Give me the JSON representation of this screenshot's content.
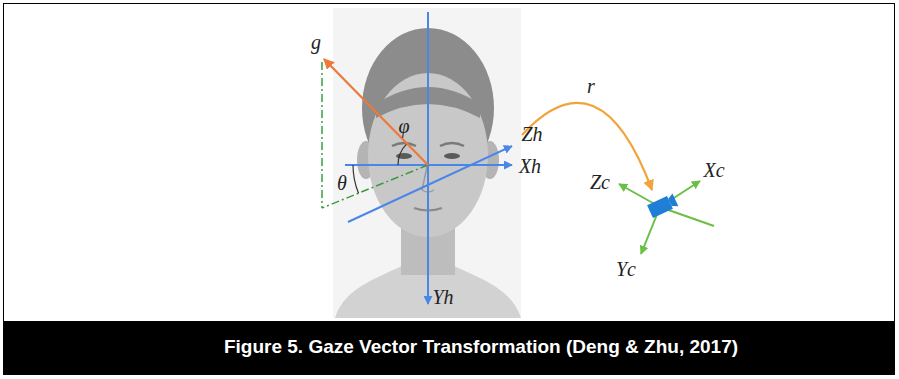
{
  "diagram": {
    "caption": "Figure 5. Gaze Vector Transformation (Deng & Zhu, 2017)",
    "labels": [
      "g",
      "φ",
      "θ",
      "Zh",
      "Xh",
      "Yh",
      "r",
      "Zc",
      "Xc",
      "Yc"
    ]
  }
}
